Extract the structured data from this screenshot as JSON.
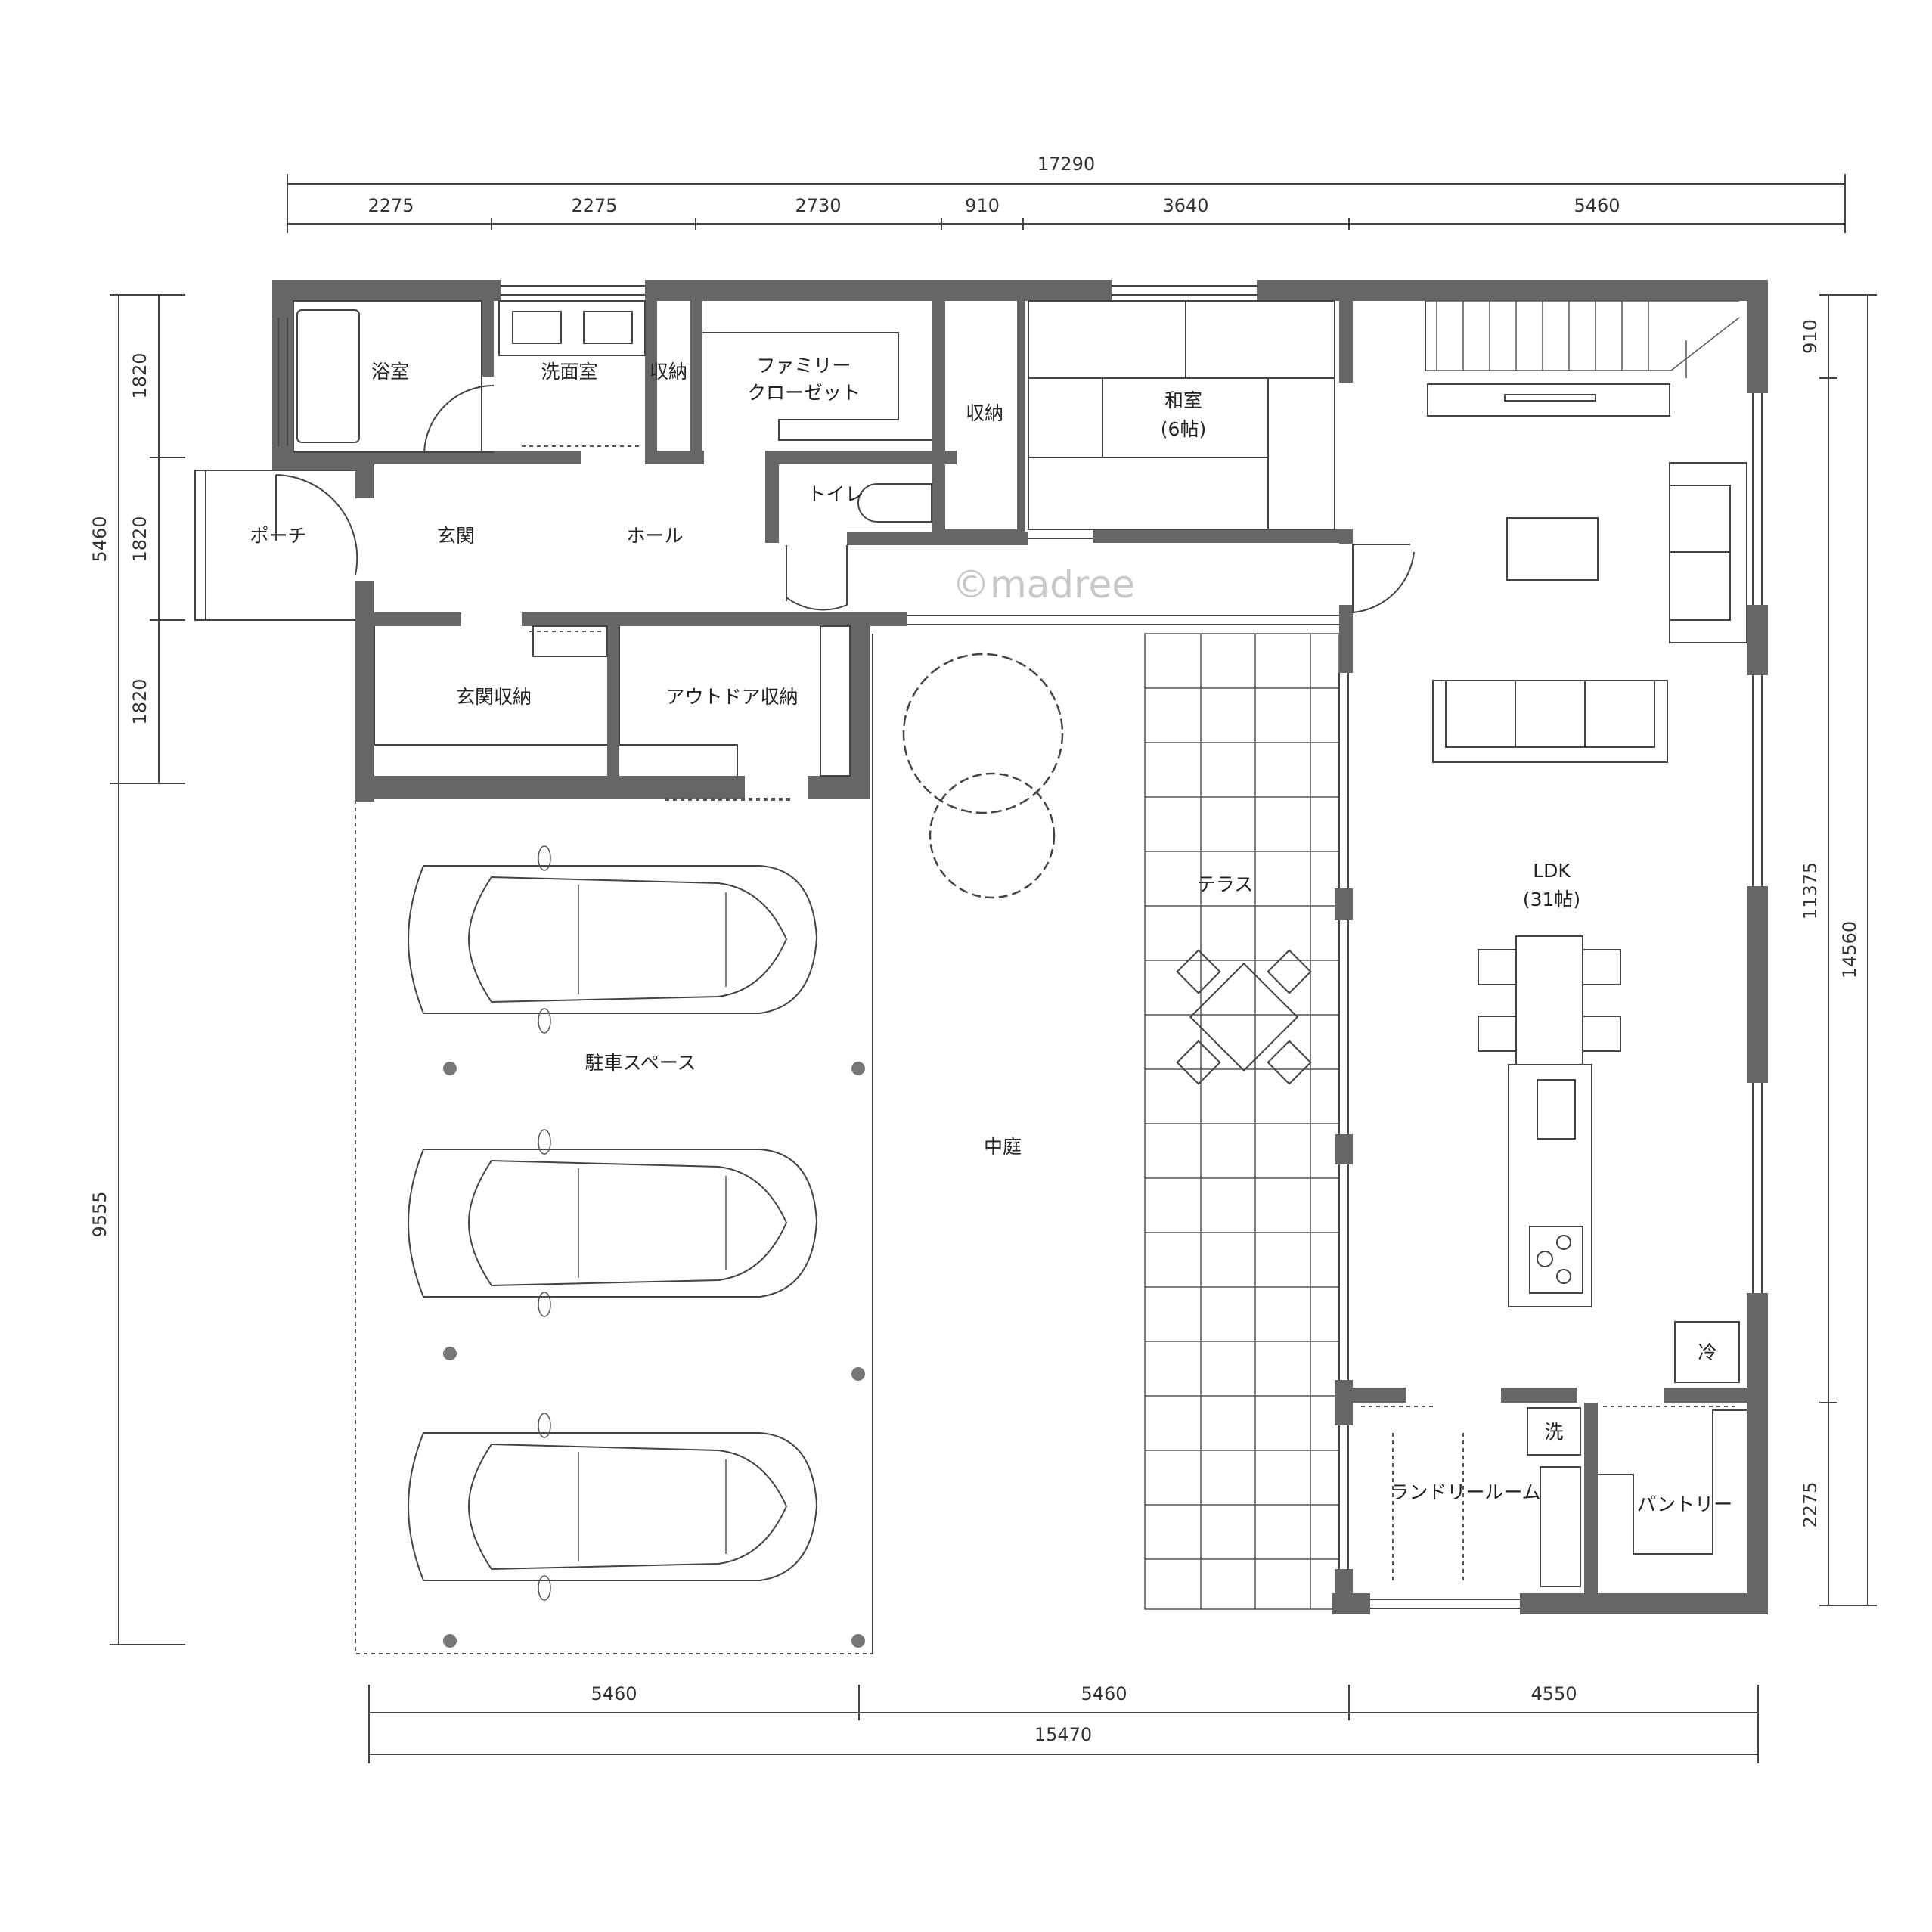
{
  "watermark": "©madree",
  "dimensions": {
    "top_total": "17290",
    "top_segments": [
      "2275",
      "2275",
      "2730",
      "910",
      "3640",
      "5460"
    ],
    "bottom_segments": [
      "5460",
      "5460",
      "4550"
    ],
    "bottom_total": "15470",
    "left_upper_total": "5460",
    "left_upper_segments": [
      "1820",
      "1820",
      "1820"
    ],
    "left_lower": "9555",
    "right_segments": [
      "910",
      "11375",
      "2275"
    ],
    "right_total": "14560"
  },
  "rooms": {
    "bath": "浴室",
    "washroom": "洗面室",
    "storage_1": "収納",
    "family_closet_line1": "ファミリー",
    "family_closet_line2": "クローゼット",
    "storage_2": "収納",
    "japanese_room": "和室",
    "japanese_room_size": "(6帖)",
    "toilet": "トイレ",
    "porch": "ポーチ",
    "entrance": "玄関",
    "hall": "ホール",
    "entrance_storage": "玄関収納",
    "outdoor_storage": "アウトドア収納",
    "parking": "駐車スペース",
    "courtyard": "中庭",
    "terrace": "テラス",
    "ldk": "LDK",
    "ldk_size": "(31帖)",
    "refrigerator": "冷",
    "washer": "洗",
    "laundry_room": "ランドリールーム",
    "pantry": "パントリー"
  }
}
